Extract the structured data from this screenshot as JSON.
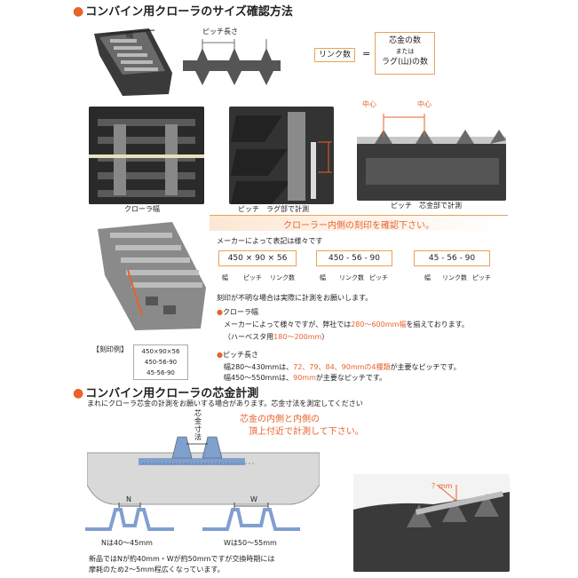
{
  "section1": {
    "heading": "コンバイン用クローラのサイズ確認方法",
    "width_label": "幅",
    "pitch_label": "ピッチ長さ",
    "link_count_box": "リンク数",
    "equals": "=",
    "core_count": "芯金の数",
    "or": "または",
    "lug_count": "ラグ(山)の数",
    "center_left": "中心",
    "center_right": "中心",
    "caption_width": "クローラ幅",
    "caption_pitch": "ピッチ　ラグ部で計測",
    "caption_pitch_core": "ピッチ　芯金部で計測"
  },
  "marking": {
    "banner": "クローラー内側の刻印を確認下さい。",
    "maker_note": "メーカーによって表記は様々です",
    "formats": [
      {
        "value": "450 × 90 × 56",
        "labels": [
          "幅",
          "ピッチ",
          "リンク数"
        ]
      },
      {
        "value": "450 - 56 - 90",
        "labels": [
          "幅",
          "リンク数",
          "ピッチ"
        ]
      },
      {
        "value": "45 - 56 - 90",
        "labels": [
          "幅",
          "リンク数",
          "ピッチ"
        ]
      }
    ],
    "unclear_note": "刻印が不明な場合は実際に計測をお願いします。",
    "example_label": "【刻印例】",
    "examples": [
      "450×90×56",
      "450-56-90",
      "45-56-90"
    ]
  },
  "crawler_width": {
    "title": "クローラ幅",
    "line1_a": "メーカーによって様々ですが、弊社では",
    "line1_b": "280～600mm幅",
    "line1_c": "を揃えております。",
    "line2_a": "（ハーベスタ用",
    "line2_b": "180～200mm",
    "line2_c": "）"
  },
  "pitch": {
    "title": "ピッチ長さ",
    "line1_a": "幅280～430mmは、",
    "line1_b": "72、79、84、90mmの4種類",
    "line1_c": "が主要なピッチです。",
    "line2_a": "幅450～550mmは、",
    "line2_b": "90mm",
    "line2_c": "が主要なピッチです。"
  },
  "section2": {
    "heading": "コンバイン用クローラの芯金計測",
    "intro": "まれにクローラ芯金の計測をお願いする場合があります。芯金寸法を測定してください",
    "vertical_label": [
      "芯",
      "金",
      "寸",
      "法"
    ],
    "note": [
      "芯金の内側と内側の",
      "頂上付近で計測して下さい。"
    ],
    "n_label": "N",
    "w_label": "W",
    "n_range": "Nは40～45mm",
    "w_range": "Wは50～55mm",
    "q_mm": "？mm",
    "footer": [
      "新品ではNが約40mm・Wが約50mmですが交換時期には",
      "摩耗のため2～5mm程広くなっています。"
    ]
  }
}
